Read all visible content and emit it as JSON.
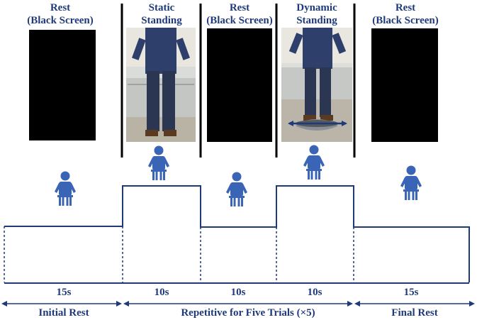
{
  "top_labels": [
    {
      "line1": "Rest",
      "line2": "(Black Screen)"
    },
    {
      "line1": "Static",
      "line2": "Standing"
    },
    {
      "line1": "Rest",
      "line2": "(Black Screen)"
    },
    {
      "line1": "Dynamic",
      "line2": "Standing"
    },
    {
      "line1": "Rest",
      "line2": "(Black Screen)"
    }
  ],
  "durations": [
    "15s",
    "10s",
    "10s",
    "10s",
    "15s"
  ],
  "phases": [
    "Initial Rest",
    "Repetitive for Five Trials (×5)",
    "Final Rest"
  ],
  "colors": {
    "primary": "#1f3a7a",
    "icon": "#3a64b5",
    "screen": "#000000"
  },
  "icons": [
    "seated-person-icon",
    "standing-person-photo",
    "balance-board-arrow-icon"
  ]
}
